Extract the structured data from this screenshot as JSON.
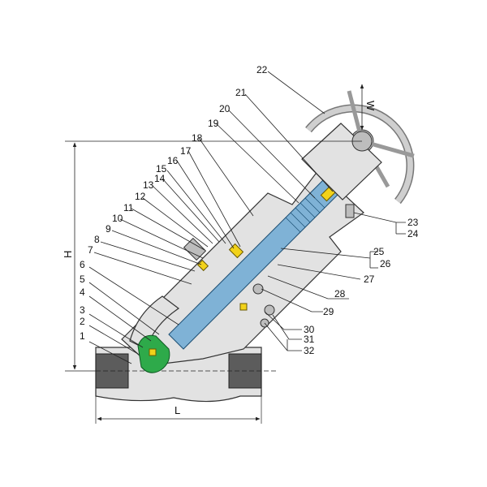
{
  "dimensions": {
    "height_label": "H",
    "length_label": "L",
    "handwheel_label": "W"
  },
  "parts": [
    "1",
    "2",
    "3",
    "4",
    "5",
    "6",
    "7",
    "8",
    "9",
    "10",
    "11",
    "12",
    "13",
    "14",
    "15",
    "16",
    "17",
    "18",
    "19",
    "20",
    "21",
    "22",
    "23",
    "24",
    "25",
    "26",
    "27",
    "28",
    "29",
    "30",
    "31",
    "32"
  ],
  "colors": {
    "body": "#e2e2e2",
    "body_outline": "#333333",
    "stem": "#7fb2d6",
    "disc": "#2eaa4a",
    "packing": "#f2d21a",
    "pipe": "#5c5c5c",
    "handwheel": "#cfcfcf"
  }
}
